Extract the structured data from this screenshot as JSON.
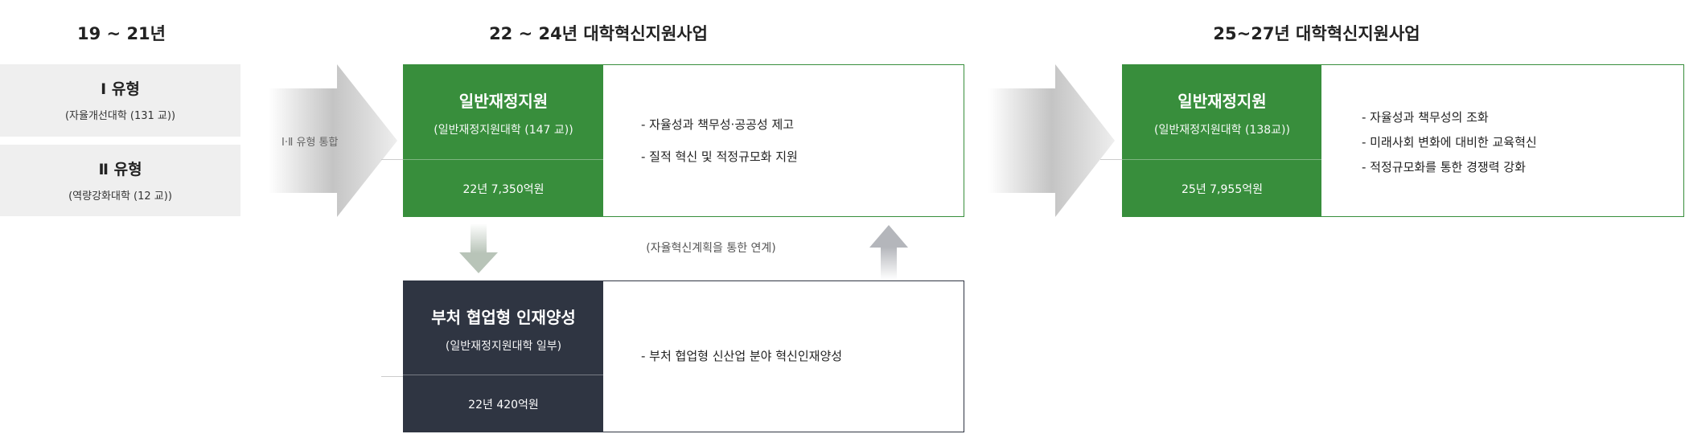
{
  "titles": {
    "period1": "19 ~ 21년",
    "period2": "22 ~ 24년 대학혁신지원사업",
    "period3": "25~27년 대학혁신지원사업"
  },
  "legacy": [
    {
      "title": "Ⅰ 유형",
      "sub": "(자율개선대학 (131 교))"
    },
    {
      "title": "Ⅱ 유형",
      "sub": "(역량강화대학 (12 교))"
    }
  ],
  "merge_label": "Ⅰ·Ⅱ 유형 통합",
  "general_2224": {
    "title": "일반재정지원",
    "sub": "(일반재정지원대학 (147 교))",
    "budget": "22년 7,350억원",
    "bullets": [
      "-  자율성과 책무성·공공성 제고",
      "-  질적 혁신 및 적정규모화 지원"
    ]
  },
  "link_label": "(자율혁신계획을 통한 연계)",
  "collab": {
    "title": "부처 협업형 인재양성",
    "sub": "(일반재정지원대학 일부)",
    "budget": "22년 420억원",
    "bullets": [
      "-  부처 협업형 신산업 분야 혁신인재양성"
    ]
  },
  "general_2527": {
    "title": "일반재정지원",
    "sub": "(일반재정지원대학 (138교))",
    "budget": "25년 7,955억원",
    "bullets": [
      "- 자율성과 책무성의 조화",
      "- 미래사회 변화에 대비한 교육혁신",
      "- 적정규모화를 통한 경쟁력 강화"
    ]
  },
  "colors": {
    "green": "#388e3c",
    "navy": "#2f3542",
    "gray": "#efefef"
  }
}
